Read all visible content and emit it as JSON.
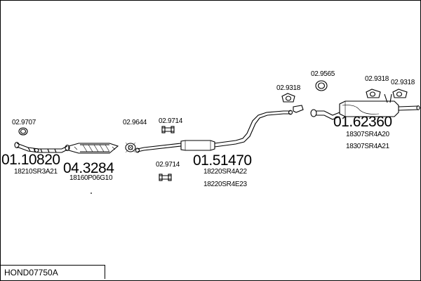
{
  "diagram": {
    "id_code": "HOND07750A",
    "labels": {
      "clamp_front": "02.9707",
      "front_pipe_number": "01.10820",
      "front_pipe_oem": "18210SR3A21",
      "cat_number": "04.3284",
      "cat_oem": "18160P06G10",
      "gasket_mid": "02.9644",
      "hanger_mid_top": "02.9714",
      "hanger_mid_bottom": "02.9714",
      "center_pipe_number": "01.51470",
      "center_pipe_oem_1": "18220SR4A22",
      "center_pipe_oem_2": "18220SR4E23",
      "rubber_ring_left": "02.9318",
      "ring_gasket": "02.9565",
      "rubber_ring_right_1": "02.9318",
      "rubber_ring_right_2": "02.9318",
      "rear_box_number": "01.62360",
      "rear_box_oem_1": "18307SR4A20",
      "rear_box_oem_2": "18307SR4A21"
    }
  }
}
